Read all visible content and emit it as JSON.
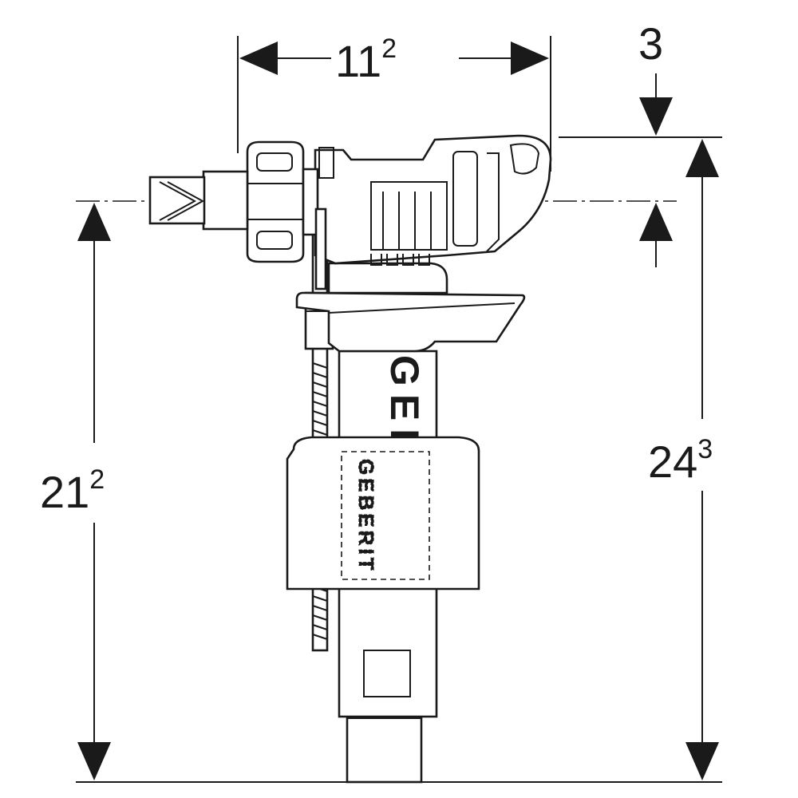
{
  "dimensions": {
    "top_width": {
      "base": "11",
      "sup": "2"
    },
    "top_offset": {
      "base": "3",
      "sup": ""
    },
    "left_height": {
      "base": "21",
      "sup": "2"
    },
    "right_height": {
      "base": "24",
      "sup": "3"
    }
  },
  "brand": {
    "shaft_text": "GEBERIT",
    "float_text": "GEBERIT"
  }
}
